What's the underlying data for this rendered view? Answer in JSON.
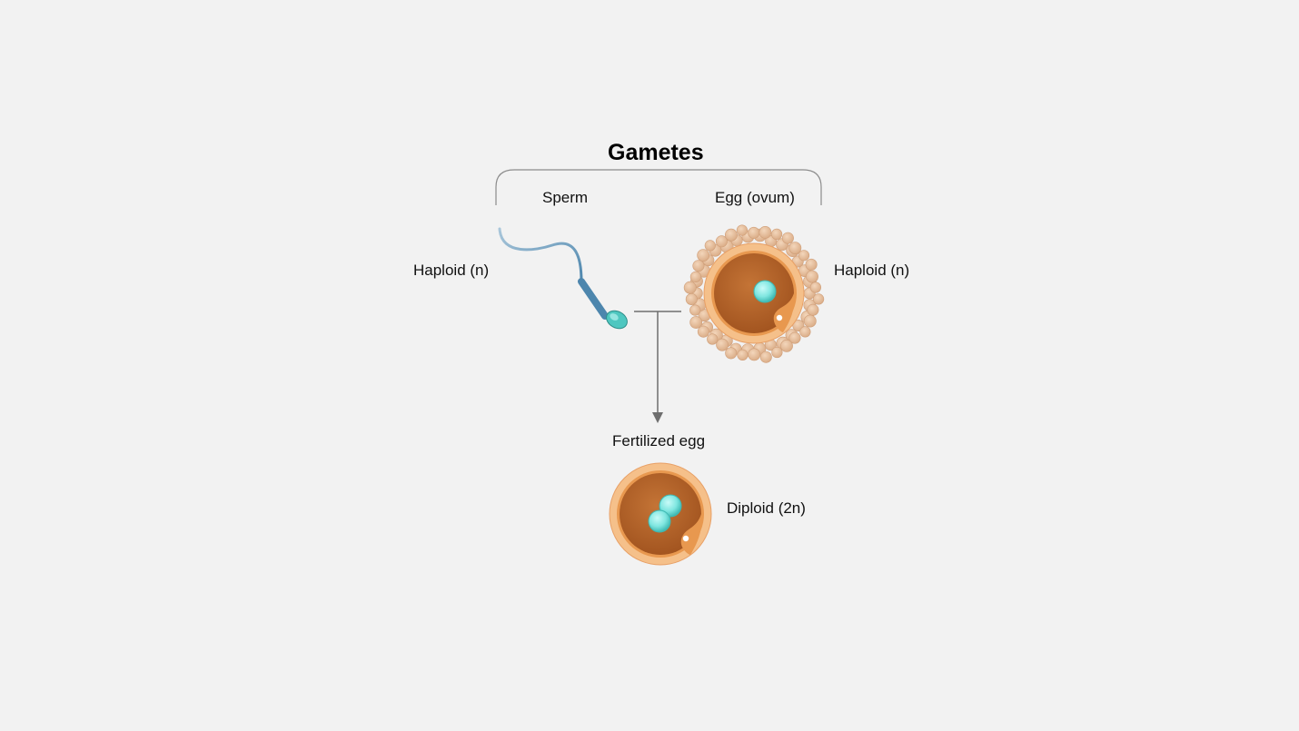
{
  "title": "Gametes",
  "labels": {
    "sperm": "Sperm",
    "egg": "Egg (ovum)",
    "sperm_ploidy": "Haploid (n)",
    "egg_ploidy": "Haploid (n)",
    "fertilized": "Fertilized egg",
    "fertilized_ploidy": "Diploid (2n)"
  },
  "colors": {
    "background": "#f2f2f2",
    "bracket": "#8c8c8c",
    "arrow": "#6e6e6e",
    "egg_outer": "#f5c08a",
    "egg_ring": "#e8984f",
    "egg_cytoplasm": "#b8652a",
    "nucleus": "#7fe6e0",
    "follicle_cells": "#e8c2a0",
    "sperm_tail": "#7aa6c4",
    "sperm_head": "#4fc7c0"
  }
}
